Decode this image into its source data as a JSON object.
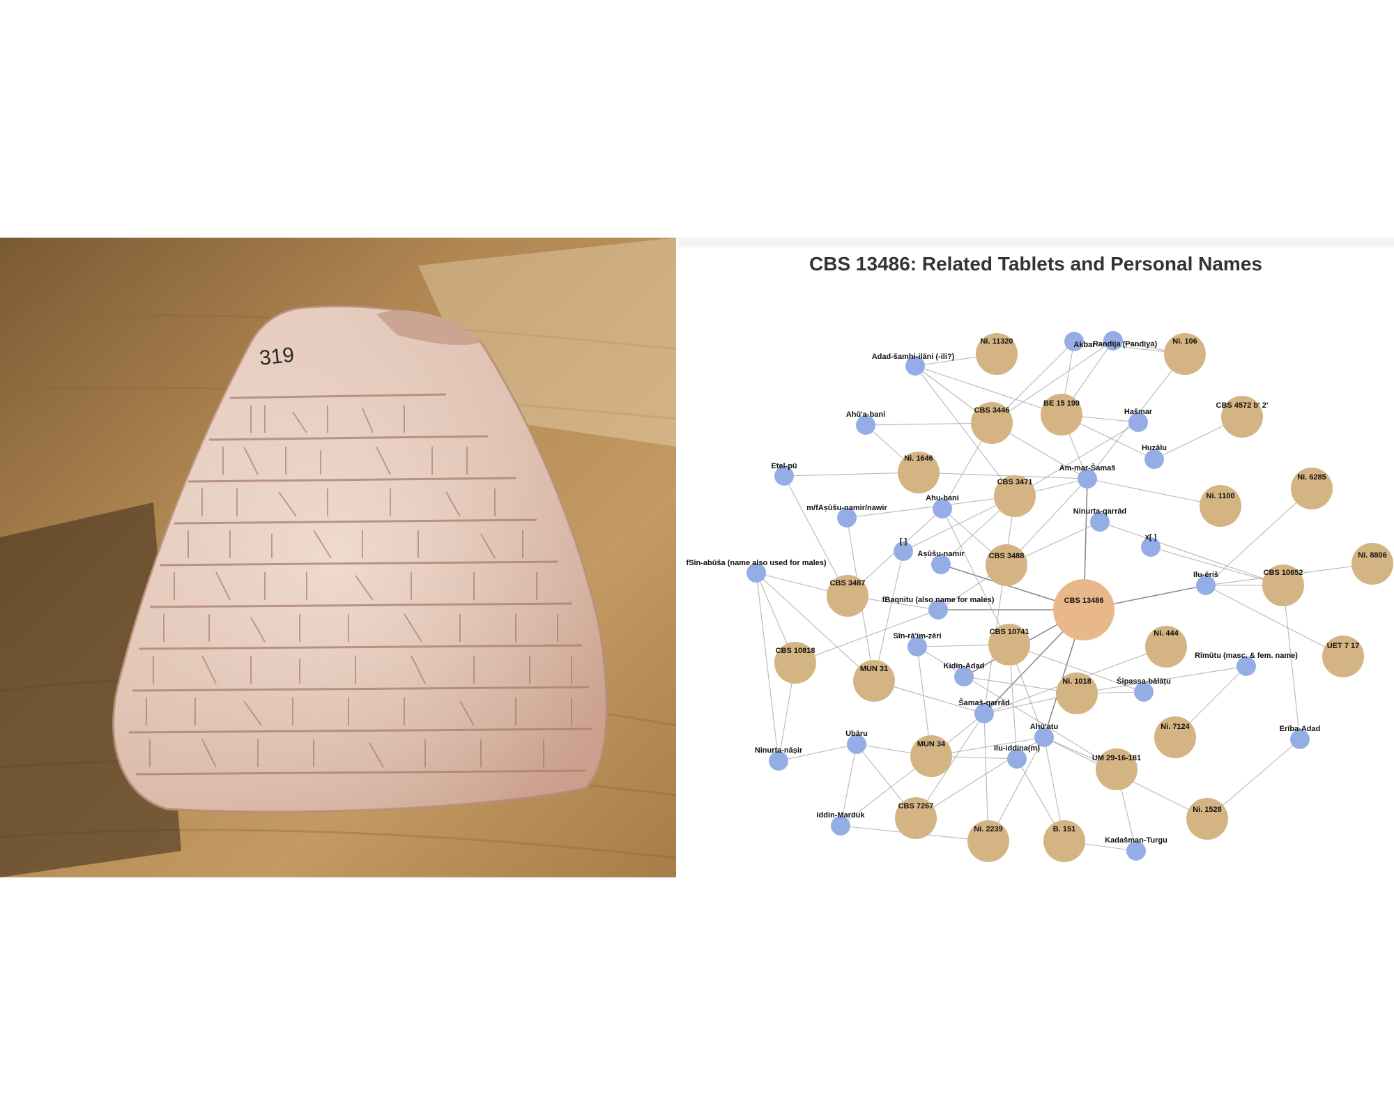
{
  "photo": {
    "tablet_label": "319"
  },
  "graph": {
    "title": "CBS 13486: Related Tablets and Personal Names",
    "colors": {
      "tablet": "#d4b483",
      "center": "#e8b88a",
      "person": "#94aee5",
      "edge": "#aaaaaa",
      "label": "#111111"
    },
    "tablets": [
      {
        "id": "t_center",
        "label": "CBS 13486",
        "center": true
      },
      {
        "id": "t_ni11320",
        "label": "Ni. 11320"
      },
      {
        "id": "t_ni106",
        "label": "Ni. 106"
      },
      {
        "id": "t_cbs3446",
        "label": "CBS 3446"
      },
      {
        "id": "t_be15199",
        "label": "BE 15 199"
      },
      {
        "id": "t_cbs4572",
        "label": "CBS 4572 b' 2'"
      },
      {
        "id": "t_ni1646",
        "label": "Ni. 1646"
      },
      {
        "id": "t_cbs3471",
        "label": "CBS 3471"
      },
      {
        "id": "t_ni1100",
        "label": "Ni. 1100"
      },
      {
        "id": "t_ni6285",
        "label": "Ni. 6285"
      },
      {
        "id": "t_ni8806",
        "label": "Ni. 8806"
      },
      {
        "id": "t_cbs3488",
        "label": "CBS 3488"
      },
      {
        "id": "t_cbs10652",
        "label": "CBS 10652"
      },
      {
        "id": "t_cbs3487",
        "label": "CBS 3487"
      },
      {
        "id": "t_cbs10741",
        "label": "CBS 10741"
      },
      {
        "id": "t_ni444",
        "label": "Ni. 444"
      },
      {
        "id": "t_uet717",
        "label": "UET 7 17"
      },
      {
        "id": "t_cbs10818",
        "label": "CBS 10818"
      },
      {
        "id": "t_mun31",
        "label": "MUN 31"
      },
      {
        "id": "t_ni1018",
        "label": "Ni. 1018"
      },
      {
        "id": "t_ni7124",
        "label": "Ni. 7124"
      },
      {
        "id": "t_mun34",
        "label": "MUN 34"
      },
      {
        "id": "t_um2916181",
        "label": "UM 29-16-181"
      },
      {
        "id": "t_cbs7267",
        "label": "CBS 7267"
      },
      {
        "id": "t_ni2239",
        "label": "Ni. 2239"
      },
      {
        "id": "t_b151",
        "label": "B. 151"
      },
      {
        "id": "t_ni1528",
        "label": "Ni. 1528"
      }
    ],
    "people": [
      {
        "id": "p_adad",
        "label": "Adad-šamhi-ilāni (-ili?)"
      },
      {
        "id": "p_akbar",
        "label": "Akbar"
      },
      {
        "id": "p_randija",
        "label": "Randija (Pandiya)"
      },
      {
        "id": "p_ahuabani",
        "label": "Ahū'a-bani"
      },
      {
        "id": "p_hasmar",
        "label": "Hašmar"
      },
      {
        "id": "p_huzalu",
        "label": "Huzālu"
      },
      {
        "id": "p_etelpu",
        "label": "Etel-pû"
      },
      {
        "id": "p_ammar",
        "label": "Am-mar-Šamaš"
      },
      {
        "id": "p_ahubani",
        "label": "Ahu-bani"
      },
      {
        "id": "p_masusu",
        "label": "m/fAṣûšu-namir/nawir"
      },
      {
        "id": "p_ninqarrad",
        "label": "Ninurta-qarrād"
      },
      {
        "id": "p_x",
        "label": "x[ ]"
      },
      {
        "id": "p_brackets",
        "label": "[ ]"
      },
      {
        "id": "p_asusu",
        "label": "Aṣûšu-namir"
      },
      {
        "id": "p_sinabusa",
        "label": "fSîn-abūša (name also used for males)"
      },
      {
        "id": "p_iluerish",
        "label": "Ilu-ēriš"
      },
      {
        "id": "p_baqnitu",
        "label": "fBaqnitu (also name for males)"
      },
      {
        "id": "p_sinraim",
        "label": "Sîn-rā'im-zēri"
      },
      {
        "id": "p_rimutu",
        "label": "Rīmūtu (masc. & fem. name)"
      },
      {
        "id": "p_kidinadad",
        "label": "Kidin-Adad"
      },
      {
        "id": "p_sipassa",
        "label": "Šipassa-bālāṭu"
      },
      {
        "id": "p_samasqarrad",
        "label": "Šamaš-qarrād"
      },
      {
        "id": "p_ahuatu",
        "label": "Ahū'atu"
      },
      {
        "id": "p_eribaadad",
        "label": "Erība-Adad"
      },
      {
        "id": "p_ubaru",
        "label": "Ubāru"
      },
      {
        "id": "p_ninnasir",
        "label": "Ninurta-nāṣir"
      },
      {
        "id": "p_iluiddina",
        "label": "Ilu-iddina(m)"
      },
      {
        "id": "p_iddinmarduk",
        "label": "Iddin-Marduk"
      },
      {
        "id": "p_kadasman",
        "label": "Kadašman-Turgu"
      }
    ],
    "edges": [
      [
        "t_center",
        "p_ammar"
      ],
      [
        "t_center",
        "p_iluerish"
      ],
      [
        "t_center",
        "p_baqnitu"
      ],
      [
        "t_center",
        "p_samasqarrad"
      ],
      [
        "t_center",
        "p_ahuatu"
      ],
      [
        "t_center",
        "p_kidinadad"
      ],
      [
        "t_center",
        "p_asusu"
      ],
      [
        "t_ni11320",
        "p_adad"
      ],
      [
        "t_ni106",
        "p_randija"
      ],
      [
        "t_ni106",
        "p_ammar"
      ],
      [
        "t_ni106",
        "p_akbar"
      ],
      [
        "t_cbs3446",
        "p_adad"
      ],
      [
        "t_cbs3446",
        "p_akbar"
      ],
      [
        "t_cbs3446",
        "p_ahuabani"
      ],
      [
        "t_cbs3446",
        "p_ammar"
      ],
      [
        "t_cbs3446",
        "p_ahubani"
      ],
      [
        "t_cbs3446",
        "p_randija"
      ],
      [
        "t_be15199",
        "p_adad"
      ],
      [
        "t_be15199",
        "p_akbar"
      ],
      [
        "t_be15199",
        "p_randija"
      ],
      [
        "t_be15199",
        "p_ammar"
      ],
      [
        "t_be15199",
        "p_huzalu"
      ],
      [
        "t_be15199",
        "p_hasmar"
      ],
      [
        "t_cbs4572",
        "p_huzalu"
      ],
      [
        "t_ni1646",
        "p_etelpu"
      ],
      [
        "t_ni1646",
        "p_ahuabani"
      ],
      [
        "t_ni1646",
        "p_ammar"
      ],
      [
        "t_ni1646",
        "p_cbs3488dummy"
      ],
      [
        "t_cbs3471",
        "p_adad"
      ],
      [
        "t_cbs3471",
        "p_ammar"
      ],
      [
        "t_cbs3471",
        "p_hasmar"
      ],
      [
        "t_cbs3471",
        "p_masusu"
      ],
      [
        "t_cbs3471",
        "p_asusu"
      ],
      [
        "t_cbs3471",
        "p_brackets"
      ],
      [
        "t_cbs3471",
        "p_samasqarrad"
      ],
      [
        "t_ni1100",
        "p_ammar"
      ],
      [
        "t_ni6285",
        "p_iluerish"
      ],
      [
        "t_ni8806",
        "p_iluerish"
      ],
      [
        "t_cbs3488",
        "p_ahubani"
      ],
      [
        "t_cbs3488",
        "p_ninqarrad"
      ],
      [
        "t_cbs3488",
        "p_ammar"
      ],
      [
        "t_cbs3488",
        "p_baqnitu"
      ],
      [
        "t_cbs10652",
        "p_x"
      ],
      [
        "t_cbs10652",
        "p_iluerish"
      ],
      [
        "t_cbs10652",
        "p_eribaadad"
      ],
      [
        "t_cbs10652",
        "p_ninqarrad"
      ],
      [
        "t_cbs3487",
        "p_etelpu"
      ],
      [
        "t_cbs3487",
        "p_ahubani"
      ],
      [
        "t_cbs3487",
        "p_sinabusa"
      ],
      [
        "t_cbs3487",
        "p_baqnitu"
      ],
      [
        "t_cbs10741",
        "p_ahubani"
      ],
      [
        "t_cbs10741",
        "p_sinraim"
      ],
      [
        "t_cbs10741",
        "p_ahuatu"
      ],
      [
        "t_cbs10741",
        "p_iluiddina"
      ],
      [
        "t_cbs10741",
        "p_sipassa"
      ],
      [
        "t_ni444",
        "p_samasqarrad"
      ],
      [
        "t_uet717",
        "p_iluerish"
      ],
      [
        "t_cbs10818",
        "p_sinabusa"
      ],
      [
        "t_cbs10818",
        "p_baqnitu"
      ],
      [
        "t_cbs10818",
        "p_ninnasir"
      ],
      [
        "t_mun31",
        "p_masusu"
      ],
      [
        "t_mun31",
        "p_brackets"
      ],
      [
        "t_mun31",
        "p_sinabusa"
      ],
      [
        "t_mun31",
        "p_samasqarrad"
      ],
      [
        "t_ni1018",
        "p_kidinadad"
      ],
      [
        "t_ni1018",
        "p_samasqarrad"
      ],
      [
        "t_ni1018",
        "p_rimutu"
      ],
      [
        "t_ni1018",
        "p_sipassa"
      ],
      [
        "t_ni7124",
        "p_rimutu"
      ],
      [
        "t_mun34",
        "p_sinraim"
      ],
      [
        "t_mun34",
        "p_ubaru"
      ],
      [
        "t_mun34",
        "p_samasqarrad"
      ],
      [
        "t_mun34",
        "p_ahuatu"
      ],
      [
        "t_mun34",
        "p_iluiddina"
      ],
      [
        "t_mun34",
        "p_iddinmarduk"
      ],
      [
        "t_um2916181",
        "p_ahuatu"
      ],
      [
        "t_um2916181",
        "p_kadasman"
      ],
      [
        "t_um2916181",
        "p_sinraim"
      ],
      [
        "t_cbs7267",
        "p_ahuatu"
      ],
      [
        "t_cbs7267",
        "p_samasqarrad"
      ],
      [
        "t_cbs7267",
        "p_ubaru"
      ],
      [
        "t_ni2239",
        "p_samasqarrad"
      ],
      [
        "t_ni2239",
        "p_iddinmarduk"
      ],
      [
        "t_ni2239",
        "p_ahuatu"
      ],
      [
        "t_b151",
        "p_iluiddina"
      ],
      [
        "t_b151",
        "p_kadasman"
      ],
      [
        "t_b151",
        "p_ahuatu"
      ],
      [
        "t_ni1528",
        "p_eribaadad"
      ],
      [
        "t_ni1528",
        "p_ahuatu"
      ],
      [
        "p_ubaru",
        "p_ninnasir"
      ],
      [
        "p_iddinmarduk",
        "p_ubaru"
      ],
      [
        "p_sinabusa",
        "p_ninnasir"
      ]
    ]
  }
}
